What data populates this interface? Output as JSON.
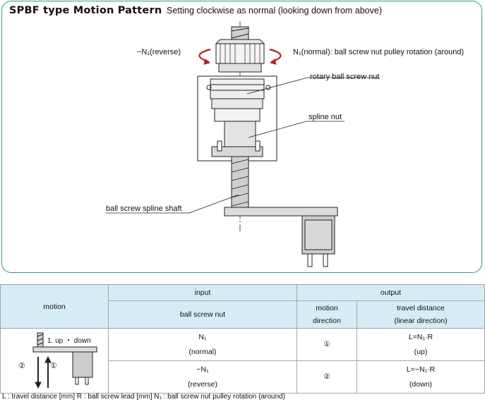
{
  "title": "SPBF type Motion Pattern",
  "subtitle": "Setting clockwise as normal (looking down from above)",
  "labels": {
    "reverse": "−N₁(reverse)",
    "normal": "N₁(normal): ball screw nut pulley rotation (around)",
    "rotary_nut": "rotary ball screw nut",
    "spline_nut": "spline nut",
    "shaft": "ball screw spline shaft"
  },
  "table": {
    "header_motion": "motion",
    "header_input": "input",
    "header_output": "output",
    "sub_ball_screw_nut": "ball screw nut",
    "sub_motion_direction_1": "motion",
    "sub_motion_direction_2": "direction",
    "sub_travel_1": "travel distance",
    "sub_travel_2": "(linear direction)",
    "rows": [
      {
        "input_1": "N₁",
        "input_2": "(normal)",
        "direction": "①",
        "travel_1": "L=N₁·R",
        "travel_2": "(up)"
      },
      {
        "input_1": "−N₁",
        "input_2": "(reverse)",
        "direction": "②",
        "travel_1": "L=−N₁·R",
        "travel_2": "(down)"
      }
    ],
    "mini": {
      "caption": "1. up ・ down",
      "mark_down": "②",
      "mark_up": "①"
    }
  },
  "footnote": "L : travel distance [mm]   R : ball screw lead [mm]   N₁ : ball screw nut pulley rotation (around)",
  "colors": {
    "border": "#2c9b86",
    "header_bg": "#d6ecf5",
    "arrow": "#b22222"
  }
}
